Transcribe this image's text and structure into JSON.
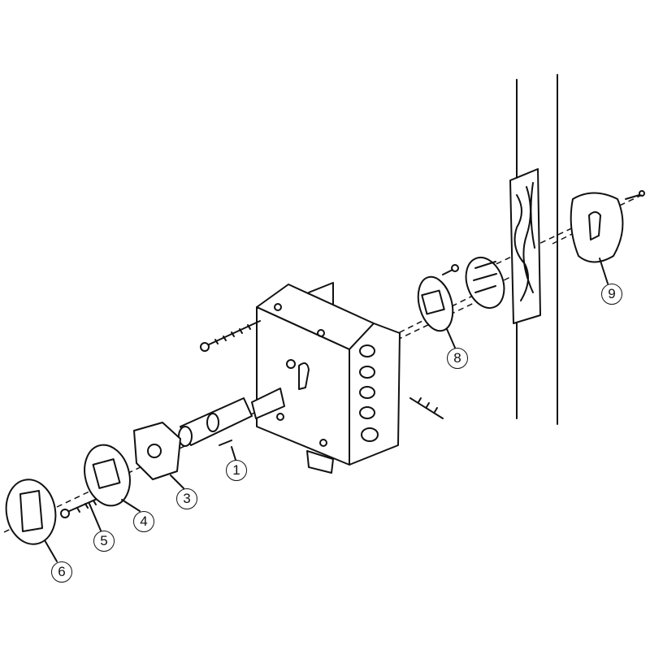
{
  "diagram": {
    "callouts": [
      {
        "id": "1",
        "label": "1"
      },
      {
        "id": "3",
        "label": "3"
      },
      {
        "id": "4",
        "label": "4"
      },
      {
        "id": "5",
        "label": "5"
      },
      {
        "id": "6",
        "label": "6"
      },
      {
        "id": "8",
        "label": "8"
      },
      {
        "id": "9",
        "label": "9"
      }
    ]
  }
}
